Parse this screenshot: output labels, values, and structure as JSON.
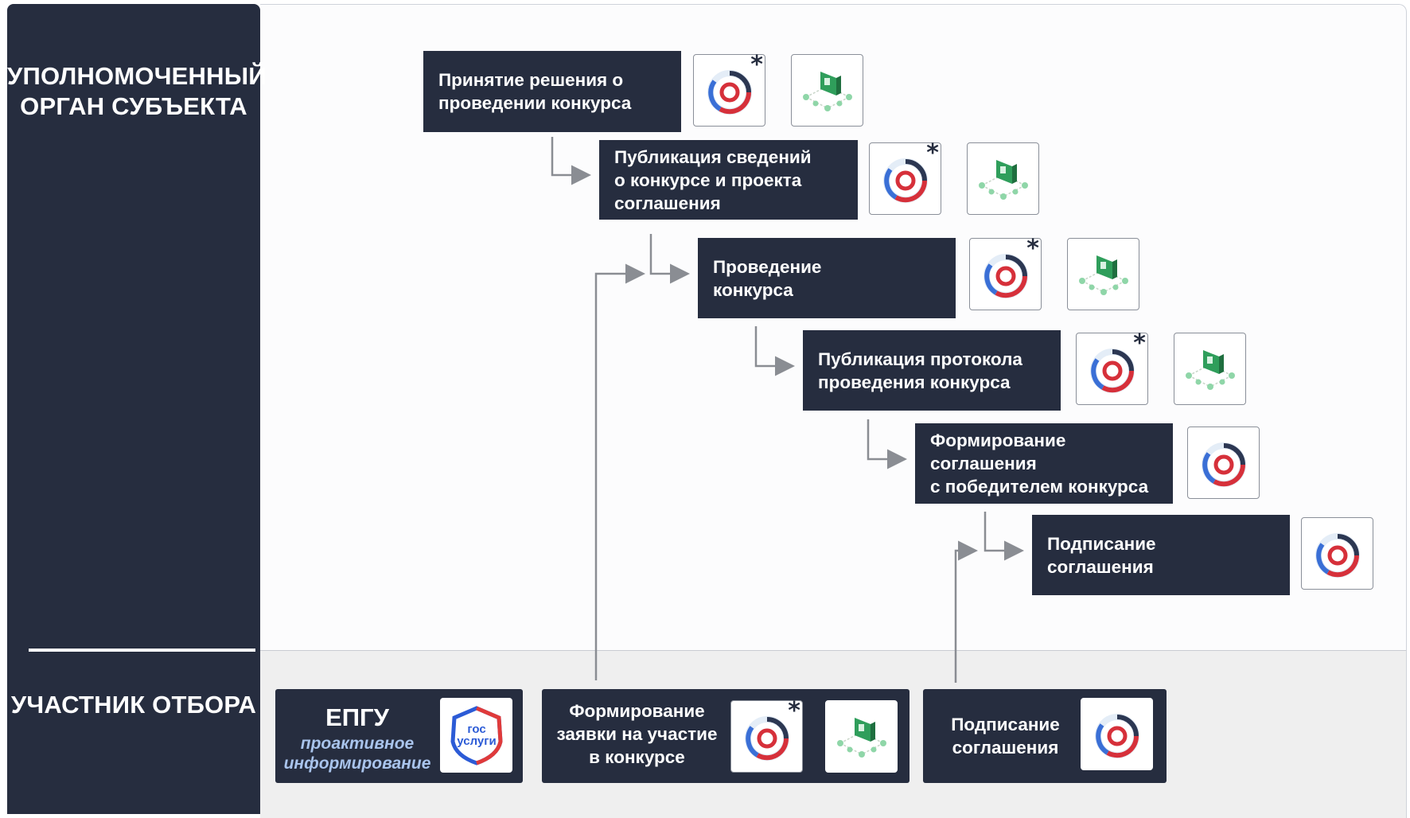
{
  "lanes": {
    "top_role": "УПОЛНОМОЧЕННЫЙ\nОРГАН СУБЪЕКТА",
    "bottom_role": "УЧАСТНИК ОТБОРА"
  },
  "steps": [
    {
      "label": "Принятие решения о\nпроведении конкурса"
    },
    {
      "label": "Публикация сведений\nо конкурсе и проекта\nсоглашения"
    },
    {
      "label": "Проведение\nконкурса"
    },
    {
      "label": "Публикация  протокола\nпроведения конкурса"
    },
    {
      "label": "Формирование\nсоглашения\nс победителем конкурса"
    },
    {
      "label": "Подписание\nсоглашения"
    }
  ],
  "participant": {
    "epgu_title": "ЕПГУ",
    "epgu_subtitle": "проактивное\nинформирование",
    "gosuslugi_logo_text": "гос\nуслуги",
    "application": "Формирование\nзаявки на участие\nв конкурсе",
    "signing": "Подписание\nсоглашения"
  },
  "star": "*",
  "icons": {
    "platform": "circular-platform-logo-icon",
    "blockchain": "blockchain-network-icon",
    "gosuslugi": "gosuslugi-logo-icon"
  },
  "colors": {
    "box_bg": "#262d3f",
    "accent_red": "#d6303a",
    "accent_blue": "#3a6fd6",
    "accent_green": "#2f9e5b",
    "arrow": "#8a8d93"
  }
}
